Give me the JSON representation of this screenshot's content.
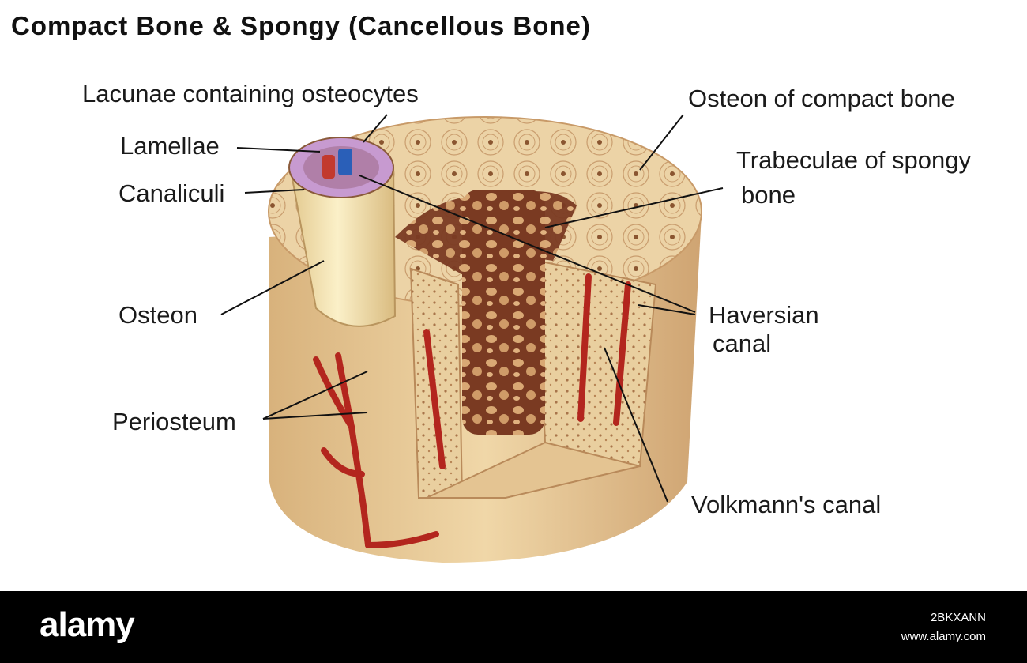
{
  "title": "Compact Bone & Spongy (Cancellous Bone)",
  "labels": {
    "lacunae": "Lacunae containing osteocytes",
    "lamellae": "Lamellae",
    "canaliculi": "Canaliculi",
    "osteon": "Osteon",
    "periosteum": "Periosteum",
    "osteon_compact": "Osteon of compact bone",
    "trabeculae_line1": "Trabeculae of  spongy",
    "trabeculae_line2": "bone",
    "haversian_line1": "Haversian",
    "haversian_line2": "canal",
    "volkmann": "Volkmann's canal"
  },
  "footer": {
    "brand": "alamy",
    "image_id": "2BKXANN",
    "site": "www.alamy.com"
  },
  "colors": {
    "bone": "#e8cc9a",
    "bone_dark": "#c99a6a",
    "spongy": "#7a3a22",
    "artery": "#b3261e",
    "vein": "#2a5fb8",
    "footer_bg": "#000000"
  }
}
